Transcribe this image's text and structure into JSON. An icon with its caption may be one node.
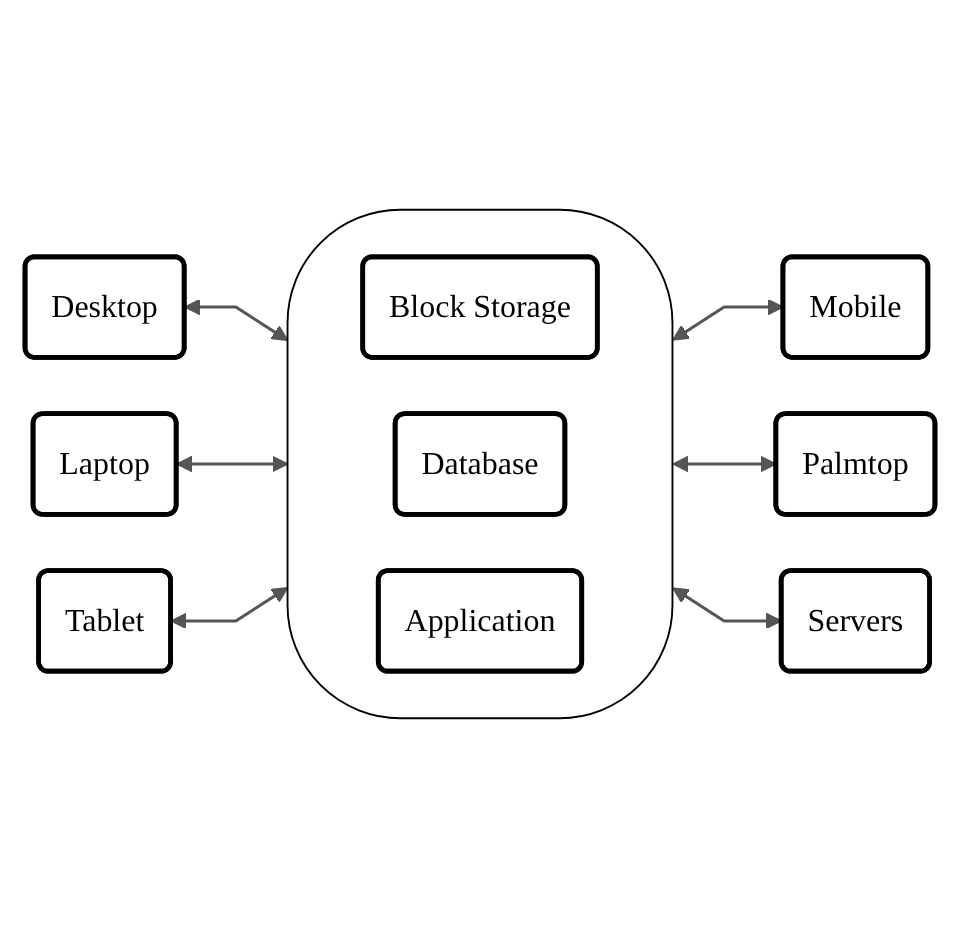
{
  "diagram": {
    "nodes": [
      {
        "text": [
          "Desktop"
        ]
      },
      {
        "text": [
          "Mobile"
        ]
      },
      {
        "text": [],
        "shape": "cloud"
      },
      {
        "text": [
          "Block Storage"
        ],
        "in": 2
      },
      {
        "text": [
          "Database"
        ],
        "in": 2
      },
      {
        "text": [
          "Laptop"
        ]
      },
      {
        "text": [
          "Palmtop"
        ]
      },
      {
        "text": [
          "Application"
        ],
        "in": 2
      },
      {
        "text": [
          "Tablet"
        ]
      },
      {
        "text": [
          "Servers"
        ]
      }
    ],
    "edges": [
      {
        "from": 0,
        "to": 2,
        "arrow": "both"
      },
      {
        "from": 2,
        "to": 1,
        "arrow": "both"
      },
      {
        "from": 5,
        "to": 2,
        "arrow": "both"
      },
      {
        "from": 2,
        "to": 6,
        "arrow": "both"
      },
      {
        "from": 8,
        "to": 2,
        "arrow": "both"
      },
      {
        "from": 2,
        "to": 9,
        "arrow": "both"
      }
    ]
  }
}
